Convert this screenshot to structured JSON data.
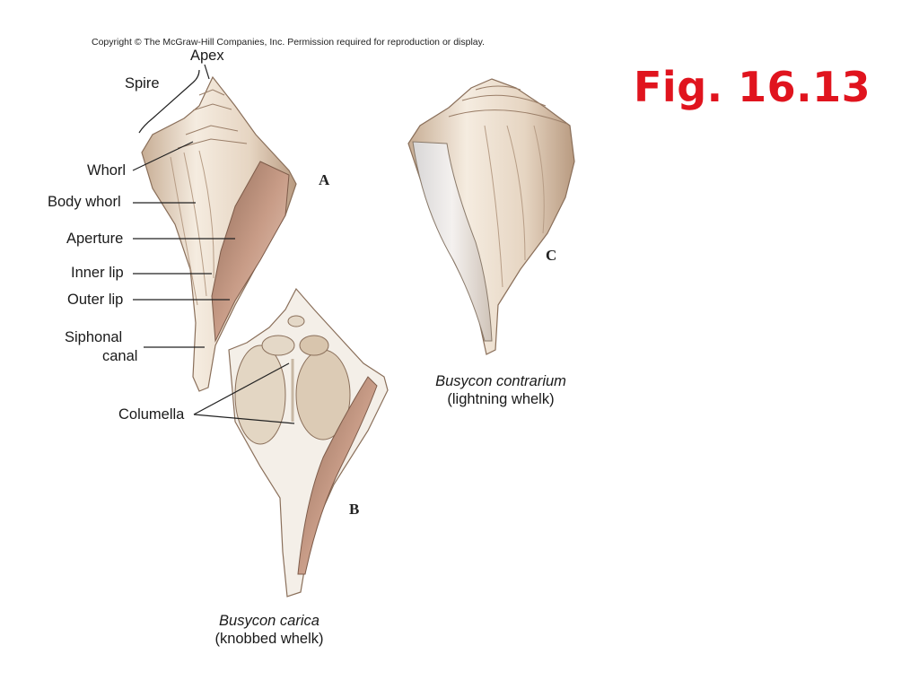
{
  "copyright": "Copyright © The McGraw-Hill Companies, Inc. Permission required for reproduction or display.",
  "figure_title": "Fig. 16.13",
  "labels": {
    "apex": "Apex",
    "spire": "Spire",
    "whorl": "Whorl",
    "body_whorl": "Body whorl",
    "aperture": "Aperture",
    "inner_lip": "Inner lip",
    "outer_lip": "Outer lip",
    "siphonal_line1": "Siphonal",
    "siphonal_line2": "canal",
    "columella": "Columella"
  },
  "panels": {
    "a": "A",
    "b": "B",
    "c": "C"
  },
  "captions": {
    "b": {
      "species": "Busycon carica",
      "common": "(knobbed whelk)"
    },
    "c": {
      "species": "Busycon contrarium",
      "common": "(lightning whelk)"
    }
  },
  "colors": {
    "title": "#e0141e",
    "shell_light": "#f3e9dc",
    "shell_mid": "#d9c3ac",
    "shell_dark": "#a8826a",
    "aperture": "#c99a86"
  }
}
